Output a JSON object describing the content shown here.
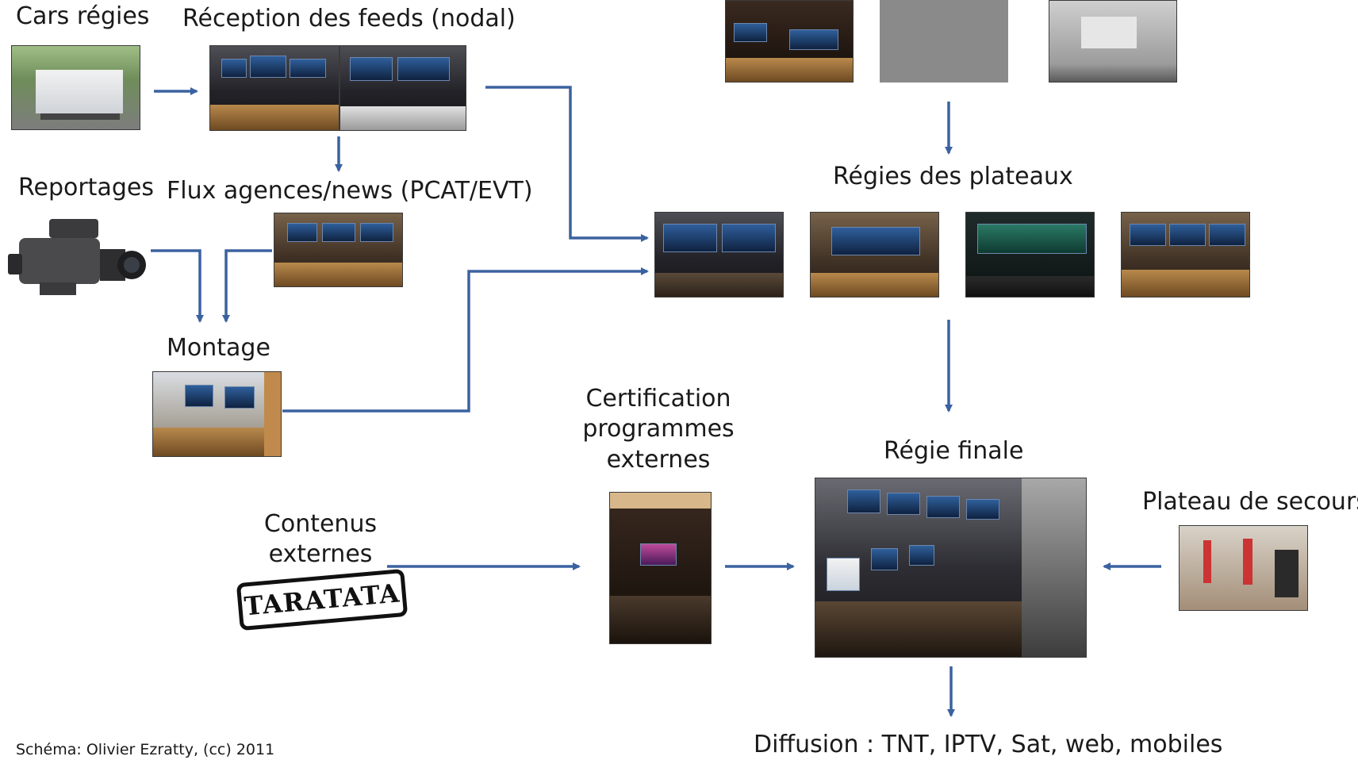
{
  "labels": {
    "cars_regies": "Cars régies",
    "reception_feeds": "Réception des feeds (nodal)",
    "reportages": "Reportages",
    "flux_agences": "Flux agences/news (PCAT/EVT)",
    "montage": "Montage",
    "regies_plateaux": "Régies des plateaux",
    "certification_line1": "Certification",
    "certification_line2": "programmes",
    "certification_line3": "externes",
    "regie_finale": "Régie finale",
    "plateau_secours": "Plateau de secours",
    "contenus_line1": "Contenus",
    "contenus_line2": "externes",
    "diffusion": "Diffusion : TNT, IPTV, Sat, web, mobiles"
  },
  "logo": {
    "text": "TARATATA"
  },
  "credit": "Schéma: Olivier Ezratty, (cc) 2011",
  "colors": {
    "arrow": "#3b62a0",
    "text": "#1a1a1a",
    "background": "#ffffff"
  }
}
